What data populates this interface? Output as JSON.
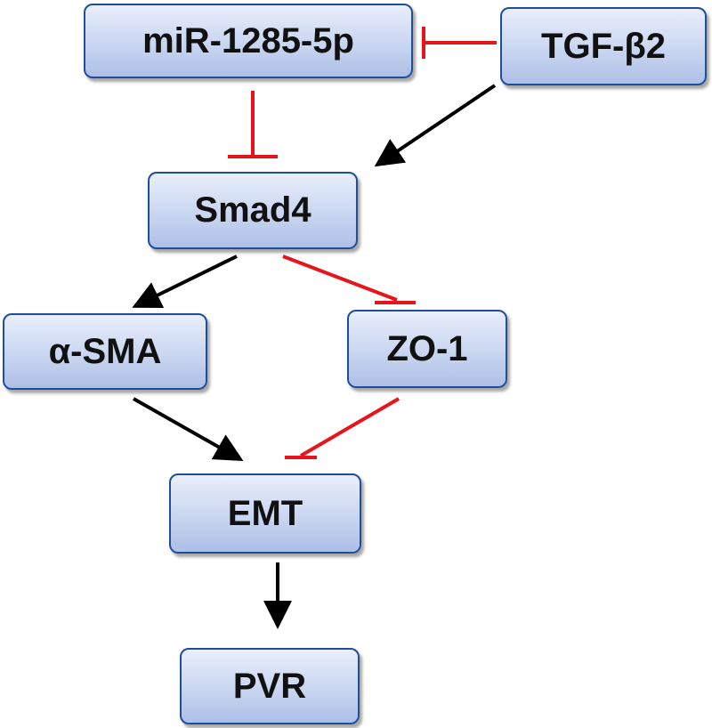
{
  "nodes": {
    "mir": "miR-1285-5p",
    "tgf": "TGF-β2",
    "smad4": "Smad4",
    "asma": "α-SMA",
    "zo1": "ZO-1",
    "emt": "EMT",
    "pvr": "PVR"
  },
  "edges": [
    {
      "from": "TGF-β2",
      "to": "miR-1285-5p",
      "type": "inhibition"
    },
    {
      "from": "TGF-β2",
      "to": "Smad4",
      "type": "activation"
    },
    {
      "from": "miR-1285-5p",
      "to": "Smad4",
      "type": "inhibition"
    },
    {
      "from": "Smad4",
      "to": "α-SMA",
      "type": "activation"
    },
    {
      "from": "Smad4",
      "to": "ZO-1",
      "type": "inhibition"
    },
    {
      "from": "α-SMA",
      "to": "EMT",
      "type": "activation"
    },
    {
      "from": "ZO-1",
      "to": "EMT",
      "type": "inhibition"
    },
    {
      "from": "EMT",
      "to": "PVR",
      "type": "activation"
    }
  ],
  "colors": {
    "activation": "#000000",
    "inhibition": "#e8141b",
    "node_border": "#1f4e9c",
    "node_fill": "#c9d6f1"
  }
}
